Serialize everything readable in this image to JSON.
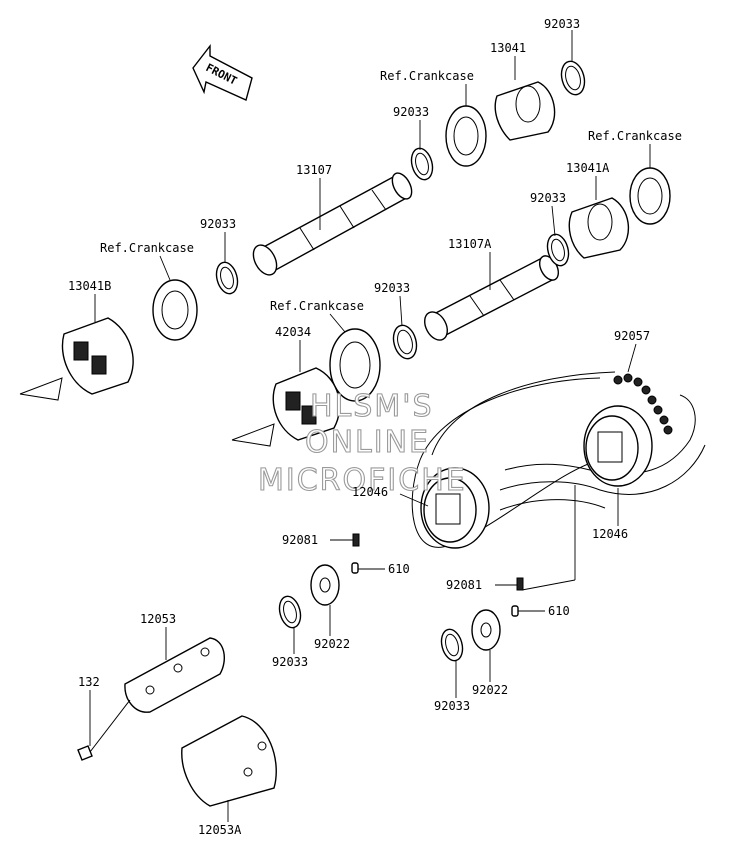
{
  "front_label": "FRONT",
  "watermark": [
    "HLSM'S",
    "ONLINE",
    "MICROFICHE"
  ],
  "labels": {
    "l_92033_a": "92033",
    "l_13041": "13041",
    "l_refcc_a": "Ref.Crankcase",
    "l_92033_b": "92033",
    "l_refcc_b": "Ref.Crankcase",
    "l_13041a": "13041A",
    "l_13107": "13107",
    "l_92033_c": "92033",
    "l_92033_d": "92033",
    "l_refcc_c": "Ref.Crankcase",
    "l_13107a": "13107A",
    "l_13041b": "13041B",
    "l_92033_e": "92033",
    "l_refcc_d": "Ref.Crankcase",
    "l_42034": "42034",
    "l_92057": "92057",
    "l_12046_a": "12046",
    "l_12046_b": "12046",
    "l_92081_a": "92081",
    "l_610_a": "610",
    "l_92081_b": "92081",
    "l_610_b": "610",
    "l_12053": "12053",
    "l_132": "132",
    "l_92033_f": "92033",
    "l_92022_a": "92022",
    "l_92033_g": "92033",
    "l_92022_b": "92022",
    "l_12053a": "12053A"
  }
}
